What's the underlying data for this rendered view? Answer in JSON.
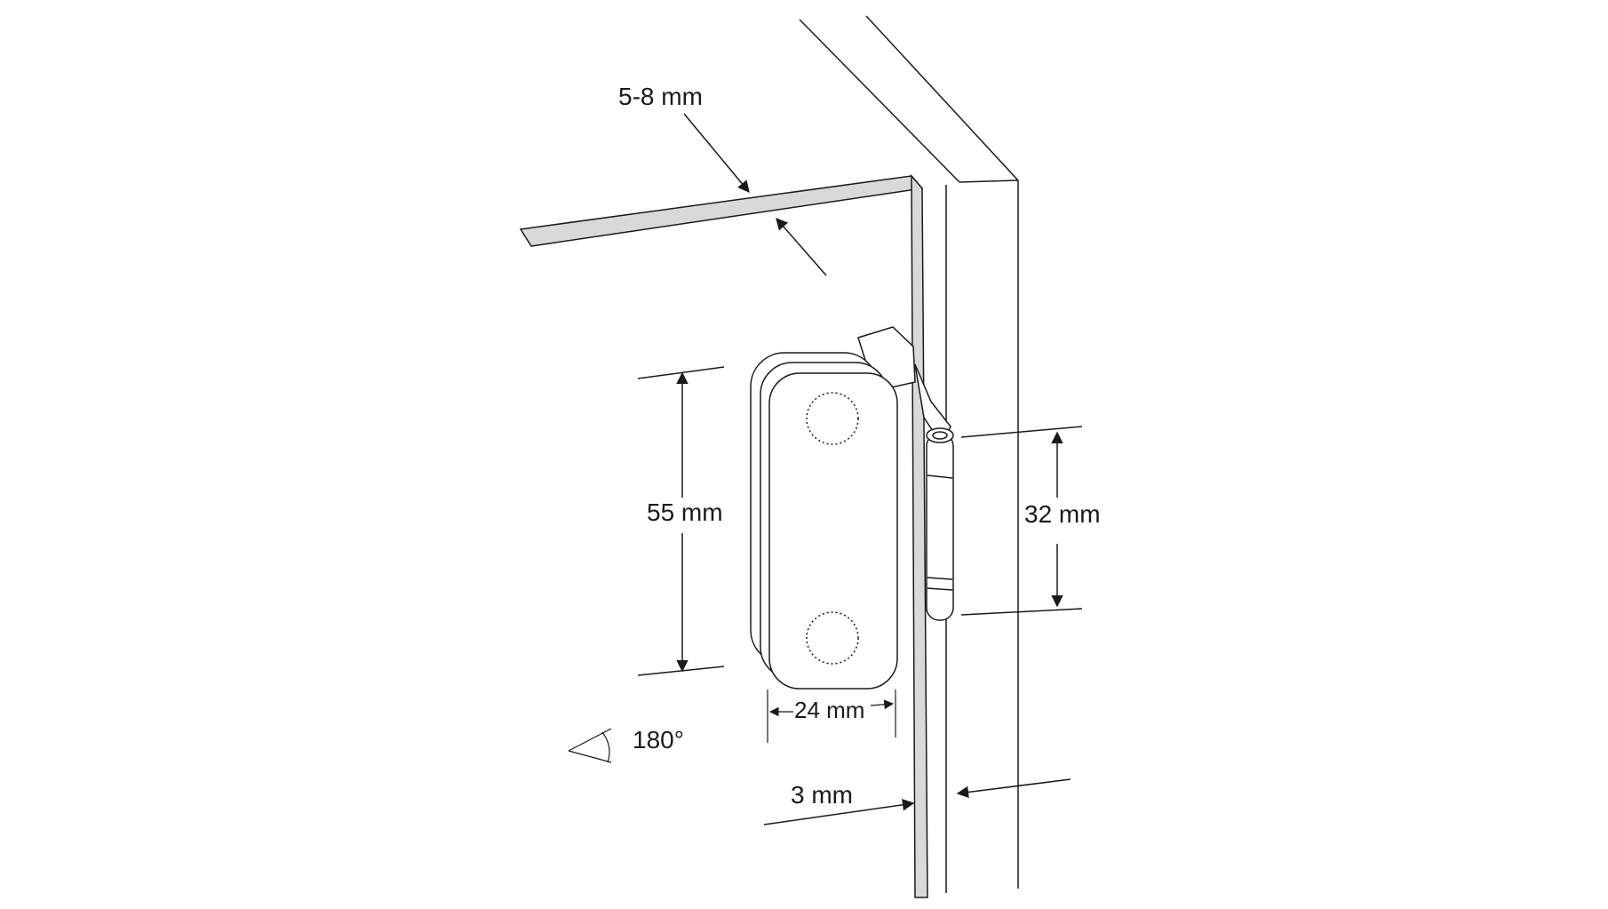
{
  "labels": {
    "glass_thickness": "5-8 mm",
    "hinge_height": "55 mm",
    "pin_spacing": "32 mm",
    "hinge_width": "24 mm",
    "opening_angle": "180°",
    "gap": "3 mm"
  },
  "colors": {
    "line": "#1a1a1a",
    "glass_fill": "#d9d9d9",
    "background": "#ffffff"
  }
}
